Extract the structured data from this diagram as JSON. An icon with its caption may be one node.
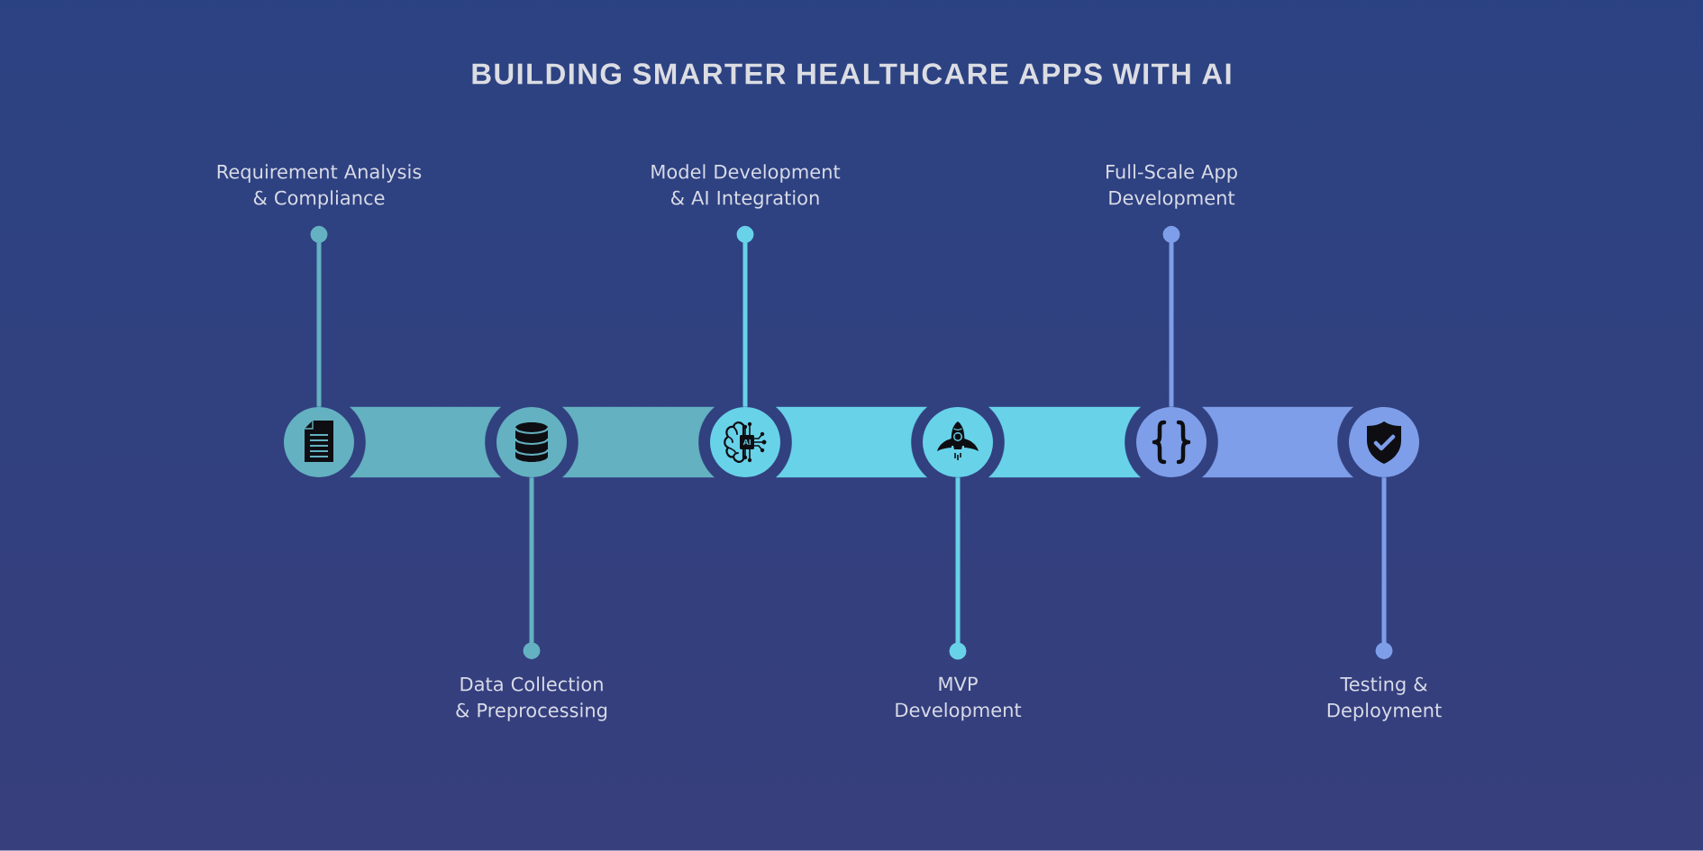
{
  "diagram": {
    "title": "BUILDING SMARTER HEALTHCARE APPS WITH AI",
    "nodes": [
      {
        "text": [
          "Requirement Analysis & Compliance"
        ]
      },
      {
        "text": [],
        "shape": "circle"
      },
      {
        "text": [
          "Data Collection & Preprocessing"
        ]
      },
      {
        "text": [],
        "shape": "circle"
      },
      {
        "text": [
          "Model Development & AI Integration"
        ]
      },
      {
        "text": [],
        "shape": "circle"
      },
      {
        "text": [
          "MVP Development"
        ]
      },
      {
        "text": [],
        "shape": "circle"
      },
      {
        "text": [
          "Full-Scale App Development"
        ]
      },
      {
        "text": [],
        "shape": "circle"
      },
      {
        "text": [
          "Testing & Deployment"
        ]
      },
      {
        "text": [],
        "shape": "circle"
      }
    ],
    "edges": [
      {
        "from": 0,
        "to": 1,
        "arrow": "other",
        "color": "#64b1c1"
      },
      {
        "from": 2,
        "to": 3,
        "arrow": "other",
        "color": "#64b1c1"
      },
      {
        "from": 4,
        "to": 5,
        "arrow": "other",
        "color": "#68d2e9"
      },
      {
        "from": 6,
        "to": 7,
        "arrow": "other",
        "color": "#68d2e9"
      },
      {
        "from": 8,
        "to": 9,
        "arrow": "other",
        "color": "#7e9ee9"
      },
      {
        "from": 10,
        "to": 11,
        "arrow": "other",
        "color": "#7e9ee9"
      },
      {
        "from": 1,
        "to": 3,
        "arrow": "none",
        "style": "thick",
        "color": "#64b1c1"
      },
      {
        "from": 3,
        "to": 5,
        "arrow": "none",
        "style": "thick",
        "color": "#64b1c1"
      },
      {
        "from": 5,
        "to": 7,
        "arrow": "none",
        "style": "thick",
        "color": "#68d2e9"
      },
      {
        "from": 7,
        "to": 9,
        "arrow": "none",
        "style": "thick",
        "color": "#68d2e9"
      },
      {
        "from": 9,
        "to": 11,
        "arrow": "none",
        "style": "thick",
        "color": "#7e9ee9"
      }
    ],
    "labels": [
      "AI"
    ]
  }
}
